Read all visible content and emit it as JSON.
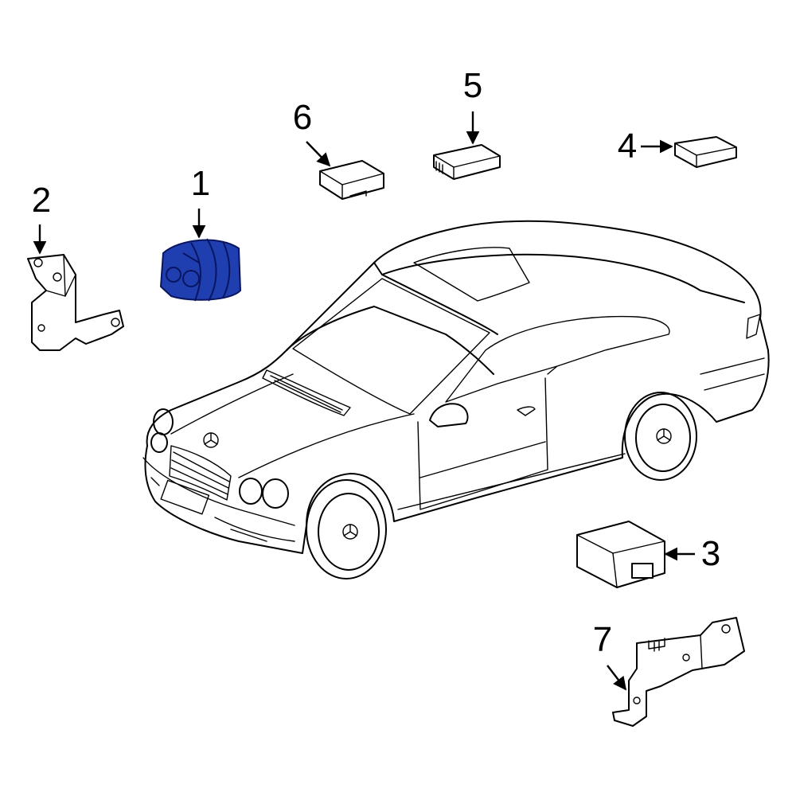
{
  "colors": {
    "highlight": "#1f3fb0",
    "line": "#000000",
    "background": "#ffffff"
  },
  "callouts": [
    {
      "id": "1",
      "label": "1",
      "highlighted": true
    },
    {
      "id": "2",
      "label": "2",
      "highlighted": false
    },
    {
      "id": "3",
      "label": "3",
      "highlighted": false
    },
    {
      "id": "4",
      "label": "4",
      "highlighted": false
    },
    {
      "id": "5",
      "label": "5",
      "highlighted": false
    },
    {
      "id": "6",
      "label": "6",
      "highlighted": false
    },
    {
      "id": "7",
      "label": "7",
      "highlighted": false
    }
  ]
}
